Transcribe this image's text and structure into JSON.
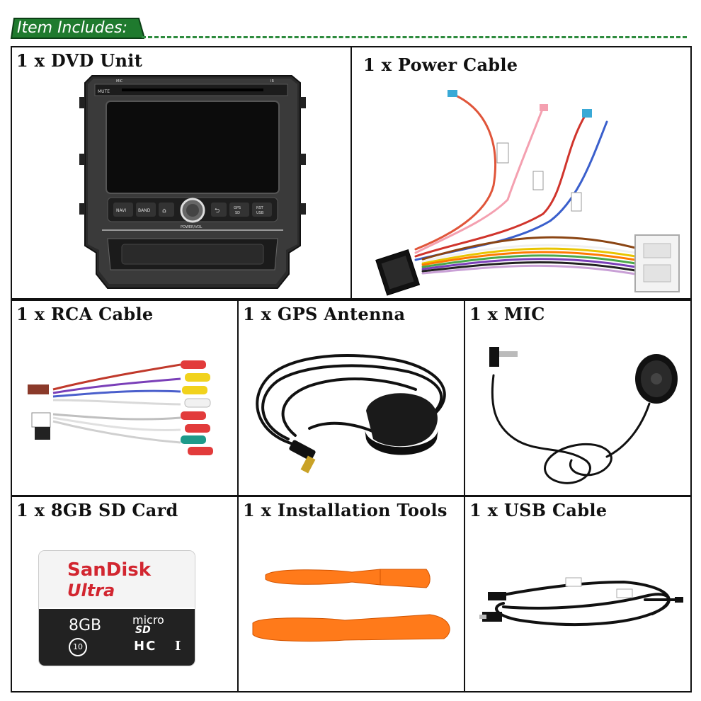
{
  "header": {
    "banner_text": "Item Includes:"
  },
  "items": [
    {
      "label": "1 x  DVD Unit"
    },
    {
      "label": "1 x Power Cable"
    },
    {
      "label": "1 x RCA Cable"
    },
    {
      "label": "1 x GPS Antenna"
    },
    {
      "label": "1 x MIC"
    },
    {
      "label": "1 x 8GB SD Card"
    },
    {
      "label": "1 x Installation Tools"
    },
    {
      "label": "1 x USB Cable"
    }
  ],
  "dvd_unit": {
    "buttons": [
      "MUTE",
      "NAVI",
      "BAND",
      "GPS SD",
      "RST USB"
    ],
    "knob_label": "POWER/VOL",
    "top_labels": [
      "MIC",
      "IR"
    ]
  },
  "sd_card": {
    "brand": "SanDisk",
    "line": "Ultra",
    "capacity": "8GB",
    "class": "10",
    "micro": "micro",
    "sd": "SD",
    "hc": "HC",
    "roman": "I"
  },
  "colors": {
    "banner_green": "#1f7a2e",
    "dash_green": "#2e8b3e",
    "sandisk_red": "#d22630",
    "tool_orange": "#ff7a1a"
  }
}
